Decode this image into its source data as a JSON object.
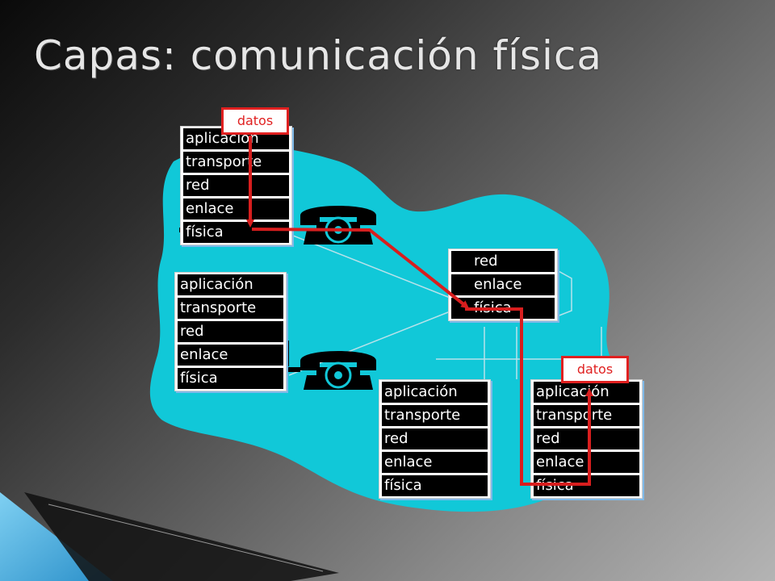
{
  "title": "Capas: comunicación física",
  "host_stack": {
    "layers": [
      "aplicación",
      "transporte",
      "red",
      "enlace",
      "física"
    ]
  },
  "router_stack": {
    "layers": [
      "red",
      "enlace",
      "física"
    ]
  },
  "data_label": "datos",
  "colors": {
    "network_cloud": "#11c8d8",
    "data_path": "#d81e1e",
    "layer_fill": "#000000",
    "layer_text": "#ffffff"
  }
}
